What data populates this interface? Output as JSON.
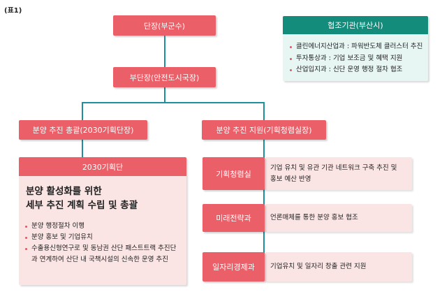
{
  "table_label": "(표1)",
  "top_box": "단장(부군수)",
  "cooperation": {
    "title": "협조기관(부산시)",
    "items": [
      "클린에너지산업과 : 파워반도체 클러스터 추진",
      "투자통상과 : 기업 보조금 및 혜택 지원",
      "산업입지과 : 신단 운영 행정 절차 협조"
    ]
  },
  "deputy_box": "부단장(안전도시국장)",
  "left_branch": "분양 추진 총괄(2030기획단장)",
  "right_branch": "분양 추진 지원(기획청렴실장)",
  "planning_team": {
    "title": "2030기획단",
    "headline_1": "분양 활성화를 위한",
    "headline_2": "세부 추진 계획 수립 및 총괄",
    "items": [
      "분양 행정절차 이행",
      "분양 홍보 및 기업유치",
      "수출용신형연구로 및 동남권 산단 패스트트랙 추진단과 연계하여 산단 내 국책시설의 신속한 운영 추진"
    ]
  },
  "departments": [
    {
      "name": "기획청렴실",
      "desc_1": "기업 유치 및 유관 기관 네트워크 구축 추진 및",
      "desc_2": "홍보 예산 반영"
    },
    {
      "name": "미래전략과",
      "desc_1": "언론매체를 통한 분양 홍보 협조",
      "desc_2": ""
    },
    {
      "name": "일자리경제과",
      "desc_1": "기업유치 및 일자리 창출 관련 지원",
      "desc_2": ""
    }
  ]
}
